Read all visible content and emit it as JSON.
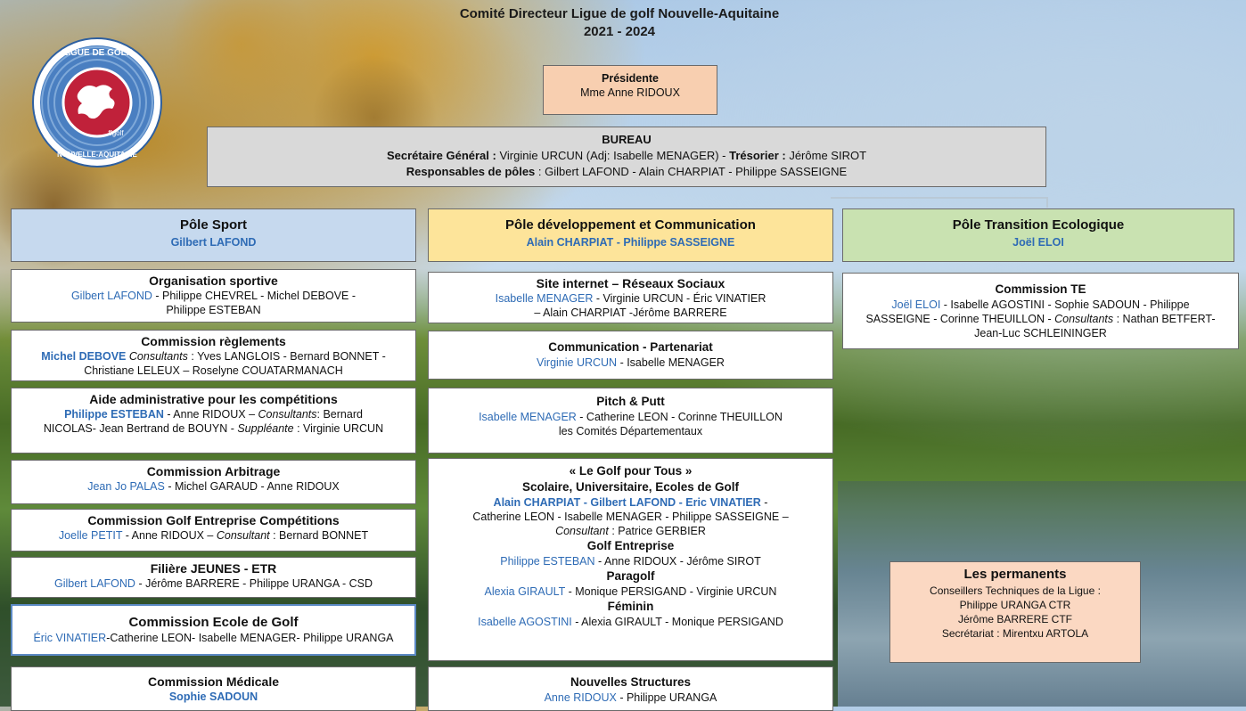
{
  "title": {
    "line1": "Comité Directeur Ligue de golf Nouvelle-Aquitaine",
    "line2": "2021 - 2024"
  },
  "logo": {
    "top_text": "LIGUE DE GOLF",
    "bottom_text": "NOUVELLE-AQUITAINE",
    "badge": "ffgolf",
    "colors": {
      "ring": "#4a7fc1",
      "center": "#c0213a",
      "frame": "#ffffff"
    }
  },
  "presidente": {
    "title": "Présidente",
    "name": "Mme Anne RIDOUX"
  },
  "bureau": {
    "title": "BUREAU",
    "sg_label": "Secrétaire Général :",
    "sg_text": " Virginie URCUN (Adj: Isabelle MENAGER) - ",
    "tres_label": "Trésorier :",
    "tres_text": " Jérôme SIROT",
    "resp_label": "Responsables de pôles",
    "resp_text": " : Gilbert LAFOND - Alain CHARPIAT - Philippe SASSEIGNE"
  },
  "poles": {
    "sport": {
      "title": "Pôle Sport",
      "lead": "Gilbert LAFOND"
    },
    "dev": {
      "title": "Pôle développement et Communication",
      "lead": "Alain CHARPIAT - Philippe SASSEIGNE"
    },
    "te": {
      "title": "Pôle Transition Ecologique",
      "lead": "Joël ELOI"
    }
  },
  "sport_boxes": {
    "orga": {
      "title": "Organisation sportive",
      "blue": "Gilbert LAFOND",
      "rest": " - Philippe CHEVREL - Michel DEBOVE -",
      "line2": "Philippe ESTEBAN"
    },
    "regl": {
      "title": "Commission règlements",
      "blue": "Michel DEBOVE",
      "cons": "Consultants",
      "rest": " : Yves LANGLOIS - Bernard BONNET -",
      "line2": "Christiane LELEUX – Roselyne COUATARMANACH"
    },
    "aide": {
      "title": "Aide administrative pour les compétitions",
      "blue": "Philippe ESTEBAN",
      "rest": " - Anne RIDOUX – ",
      "cons": "Consultants",
      "rest2": ": Bernard",
      "line2a": "NICOLAS- Jean Bertrand de BOUYN - ",
      "supp": "Suppléante",
      "line2b": " : Virginie URCUN"
    },
    "arbi": {
      "title": "Commission Arbitrage",
      "blue": "Jean Jo PALAS",
      "rest": " - Michel GARAUD - Anne RIDOUX"
    },
    "entr": {
      "title": "Commission Golf Entreprise Compétitions",
      "blue": "Joelle PETIT",
      "rest": " - Anne RIDOUX – ",
      "cons": "Consultant",
      "rest2": " : Bernard BONNET"
    },
    "jeun": {
      "title": "Filière JEUNES - ETR",
      "blue": "Gilbert LAFOND",
      "rest": " - Jérôme BARRERE - Philippe URANGA - CSD"
    },
    "ecol": {
      "title": "Commission Ecole de Golf",
      "blue": "Éric VINATIER",
      "rest": "-Catherine LEON- Isabelle MENAGER- Philippe URANGA"
    },
    "medi": {
      "title": "Commission Médicale",
      "blue": "Sophie SADOUN"
    }
  },
  "dev_boxes": {
    "site": {
      "title": "Site internet – Réseaux Sociaux",
      "blue": "Isabelle MENAGER",
      "rest": " - Virginie URCUN - Éric VINATIER",
      "line2": "– Alain CHARPIAT -Jérôme BARRERE"
    },
    "comm": {
      "title": "Communication - Partenariat",
      "blue": "Virginie URCUN",
      "rest": " - Isabelle MENAGER"
    },
    "pitch": {
      "title": "Pitch & Putt",
      "blue": "Isabelle MENAGER",
      "rest": " - Catherine LEON - Corinne THEUILLON",
      "line2": "les Comités Départementaux"
    },
    "gpt": {
      "title": "« Le Golf pour Tous »",
      "sub1": "Scolaire, Universitaire, Ecoles de Golf",
      "blue1": "Alain CHARPIAT - Gilbert  LAFOND - Eric VINATIER",
      "blue1_rest": " -",
      "line2": "Catherine  LEON - Isabelle MENAGER - Philippe SASSEIGNE –",
      "cons": "Consultant",
      "cons_rest": " : Patrice GERBIER",
      "sub2": "Golf Entreprise",
      "blue2": "Philippe ESTEBAN",
      "rest2": " - Anne RIDOUX - Jérôme SIROT",
      "sub3": "Paragolf",
      "blue3": "Alexia GIRAULT",
      "rest3": " - Monique PERSIGAND - Virginie URCUN",
      "sub4": "Féminin",
      "blue4": "Isabelle AGOSTINI",
      "rest4": " - Alexia GIRAULT - Monique PERSIGAND"
    },
    "nouv": {
      "title": "Nouvelles Structures",
      "blue": "Anne RIDOUX",
      "rest": "  - Philippe URANGA"
    }
  },
  "te_box": {
    "title": "Commission TE",
    "blue": "Joël ELOI",
    "rest": " - Isabelle AGOSTINI - Sophie SADOUN - Philippe",
    "line2a": "SASSEIGNE - Corinne THEUILLON - ",
    "cons": "Consultants",
    "line2b": " : Nathan BETFERT-",
    "line3": "Jean-Luc SCHLEININGER"
  },
  "permanents": {
    "title": "Les permanents",
    "line1": "Conseillers Techniques de la Ligue :",
    "line2": "Philippe URANGA CTR",
    "line3": "Jérôme BARRERE CTF",
    "line4": "Secrétariat : Mirentxu ARTOLA"
  },
  "colors": {
    "presidente_bg": "#f8cfb0",
    "bureau_bg": "#d9d9d9",
    "sport_bg": "#c6d9ee",
    "dev_bg": "#fde49a",
    "te_bg": "#c9e2b1",
    "permanents_bg": "#fbd8c2",
    "name_blue": "#2e6bb5"
  }
}
